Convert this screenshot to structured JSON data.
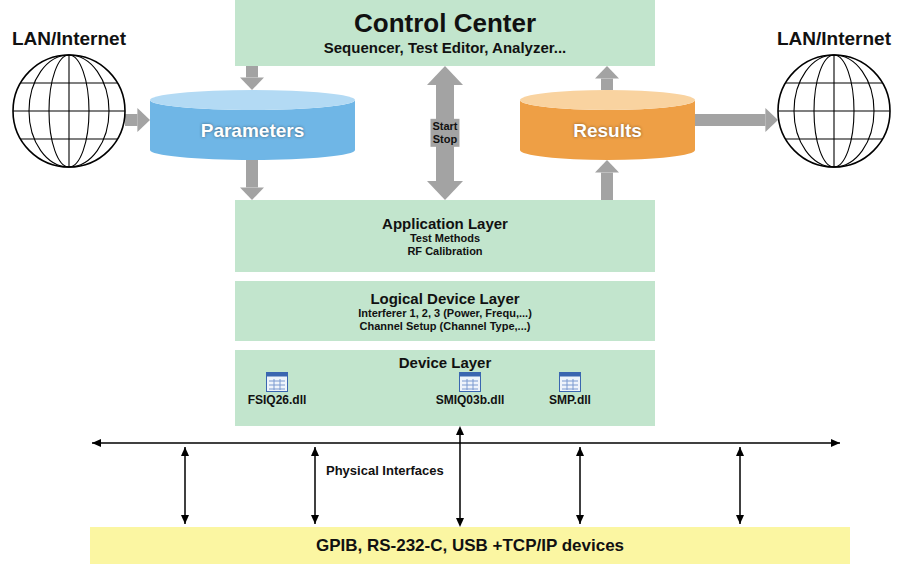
{
  "diagram": {
    "nodes": [
      {
        "text": [
          "LAN/Internet"
        ]
      },
      {
        "text": [
          "Control Center",
          "Sequencer, Test Editor, Analyzer..."
        ]
      },
      {
        "text": [
          "LAN/Internet"
        ]
      },
      {
        "text": [
          "Parameters"
        ]
      },
      {
        "text": [
          "Results"
        ]
      },
      {
        "text": [
          "Application Layer",
          "Test Methods RF Calibration"
        ]
      },
      {
        "text": [
          "Logical Device Layer",
          "Interferer 1, 2, 3 (Power, Frequ,...) Channel Setup (Channel Type,...)"
        ]
      },
      {
        "text": [
          "Device Layer"
        ]
      },
      {
        "text": [
          "FSIQ26.dll"
        ],
        "in": 7
      },
      {
        "text": [
          "SMIQ03b.dll"
        ],
        "in": 7
      },
      {
        "text": [
          "SMP.dll"
        ],
        "in": 7
      },
      {
        "text": [
          "GPIB, RS-232-C, USB +TCP/IP devices"
        ]
      }
    ],
    "edges": [
      {
        "from": 0,
        "to": 3,
        "arrow": "to"
      },
      {
        "from": 1,
        "to": 3,
        "arrow": "to"
      },
      {
        "from": 3,
        "to": 5,
        "arrow": "to"
      },
      {
        "from": 1,
        "to": 5,
        "arrow": "both",
        "label": "Start Stop"
      },
      {
        "from": 5,
        "to": 4,
        "arrow": "to"
      },
      {
        "from": 4,
        "to": 1,
        "arrow": "to"
      },
      {
        "from": 4,
        "to": 2,
        "arrow": "to"
      },
      {
        "from": 7,
        "to": 11,
        "arrow": "both"
      }
    ],
    "labels": [
      "Physical Interfaces"
    ]
  }
}
